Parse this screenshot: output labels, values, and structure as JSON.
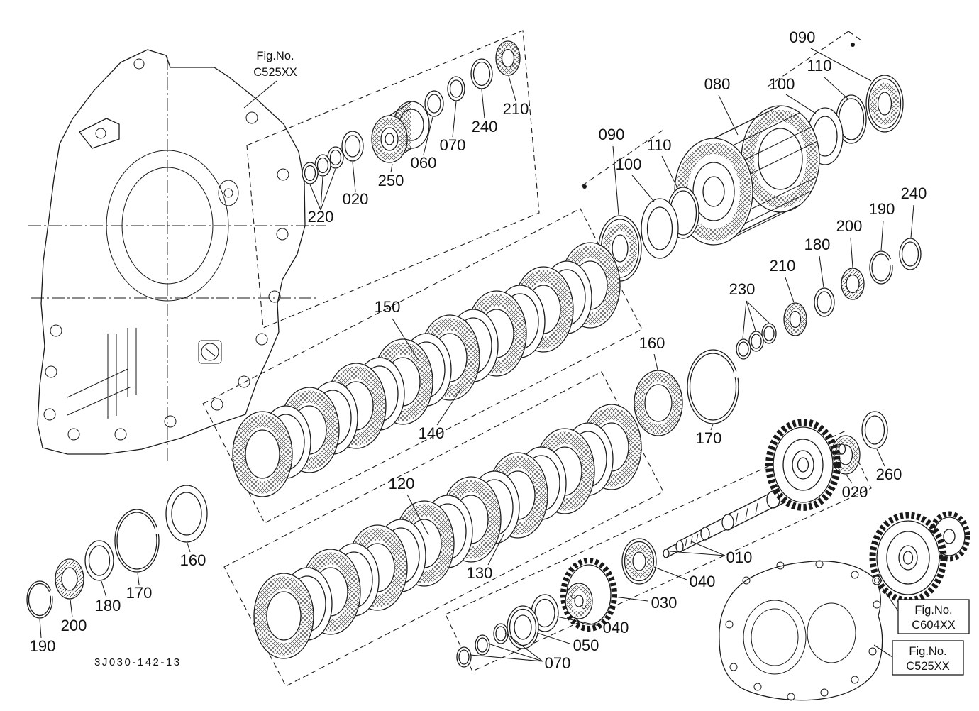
{
  "colors": {
    "ink": "#1a1a1a",
    "background": "#ffffff"
  },
  "drawing": {
    "number": "3J030-142-13"
  },
  "fig_refs": {
    "top_left": {
      "line1": "Fig.No.",
      "line2": "C525XX"
    },
    "bottom_gear": {
      "line1": "Fig.No.",
      "line2": "C604XX"
    },
    "bottom_case": {
      "line1": "Fig.No.",
      "line2": "C525XX"
    }
  },
  "callouts": {
    "tr_090": "090",
    "tr_110": "110",
    "tr_100": "100",
    "drum_080": "080",
    "mid_090": "090",
    "mid_110": "110",
    "mid_100": "100",
    "tl_210": "210",
    "tl_240": "240",
    "tl_070": "070",
    "tl_060": "060",
    "tl_250": "250",
    "tl_020": "020",
    "tl_220": "220",
    "r_240": "240",
    "r_190": "190",
    "r_200": "200",
    "r_180": "180",
    "r_210": "210",
    "r_230": "230",
    "pack1_150": "150",
    "pack1_140": "140",
    "r_160": "160",
    "r_170": "170",
    "pack2_120": "120",
    "pack2_130": "130",
    "br_260": "260",
    "br_020": "020",
    "l_160": "160",
    "l_170": "170",
    "l_180": "180",
    "l_200": "200",
    "l_190": "190",
    "shaft_010": "010",
    "b_040a": "040",
    "b_030": "030",
    "b_040b": "040",
    "b_050": "050",
    "b_070": "070"
  }
}
